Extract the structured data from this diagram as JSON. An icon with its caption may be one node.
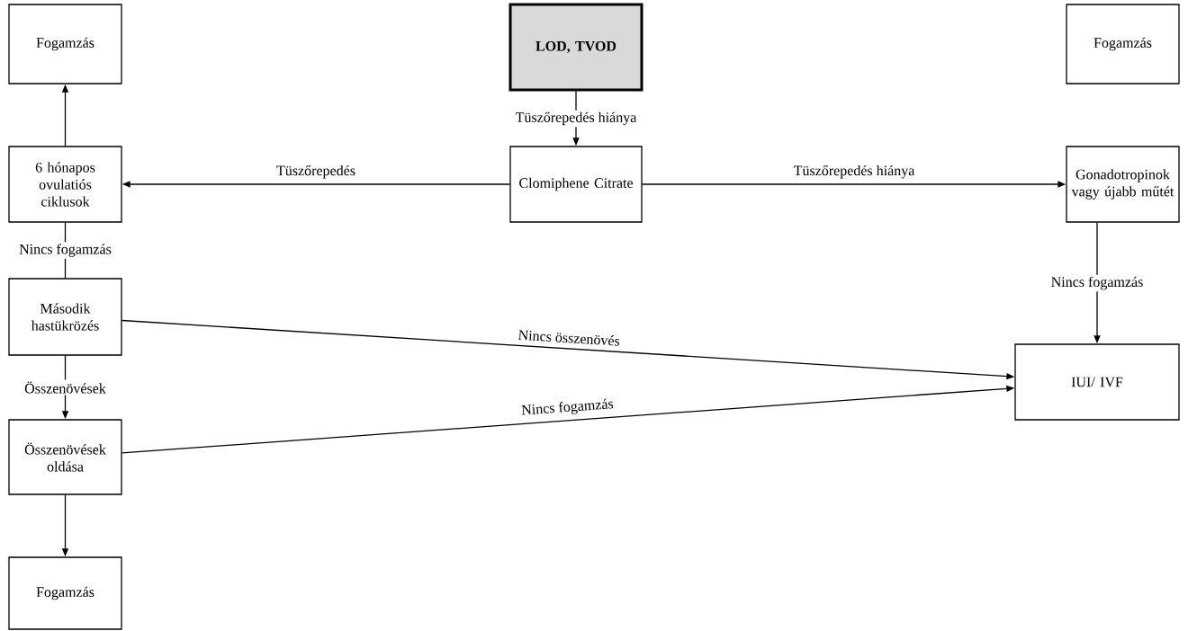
{
  "diagram": {
    "nodes": [
      {
        "text": [
          "Fogamzás"
        ]
      },
      {
        "text": [
          "LOD, TVOD"
        ]
      },
      {
        "text": [
          "Fogamzás"
        ]
      },
      {
        "text": [
          "Clomiphene Citrate"
        ]
      },
      {
        "text": [
          "6 hónapos ovulatiós ciklusok"
        ]
      },
      {
        "text": [
          "Gonadotropinok vagy újabb műtét"
        ]
      },
      {
        "text": [
          "Második hastükrözés"
        ]
      },
      {
        "text": [
          "IUI/ IVF"
        ]
      },
      {
        "text": [
          "Összenövések oldása"
        ]
      },
      {
        "text": [
          "Fogamzás"
        ]
      }
    ],
    "edges": [
      {
        "from": 1,
        "to": 3,
        "arrow": "to",
        "label": "Tüszőrepedés hiánya"
      },
      {
        "from": 3,
        "to": 4,
        "arrow": "to",
        "label": "Tüszőrepedés"
      },
      {
        "from": 3,
        "to": 5,
        "arrow": "to",
        "label": "Tüszőrepedés hiánya"
      },
      {
        "from": 4,
        "to": 0,
        "arrow": "to"
      },
      {
        "from": 4,
        "to": 6,
        "arrow": "none",
        "label": "Nincs fogamzás"
      },
      {
        "from": 5,
        "to": 7,
        "arrow": "to",
        "label": "Nincs fogamzás"
      },
      {
        "from": 6,
        "to": 7,
        "arrow": "to",
        "label": "Nincs összenövés"
      },
      {
        "from": 6,
        "to": 8,
        "arrow": "to",
        "label": "Összenövések"
      },
      {
        "from": 8,
        "to": 7,
        "arrow": "to",
        "label": "Nincs fogamzás"
      },
      {
        "from": 8,
        "to": 9,
        "arrow": "to"
      }
    ]
  }
}
